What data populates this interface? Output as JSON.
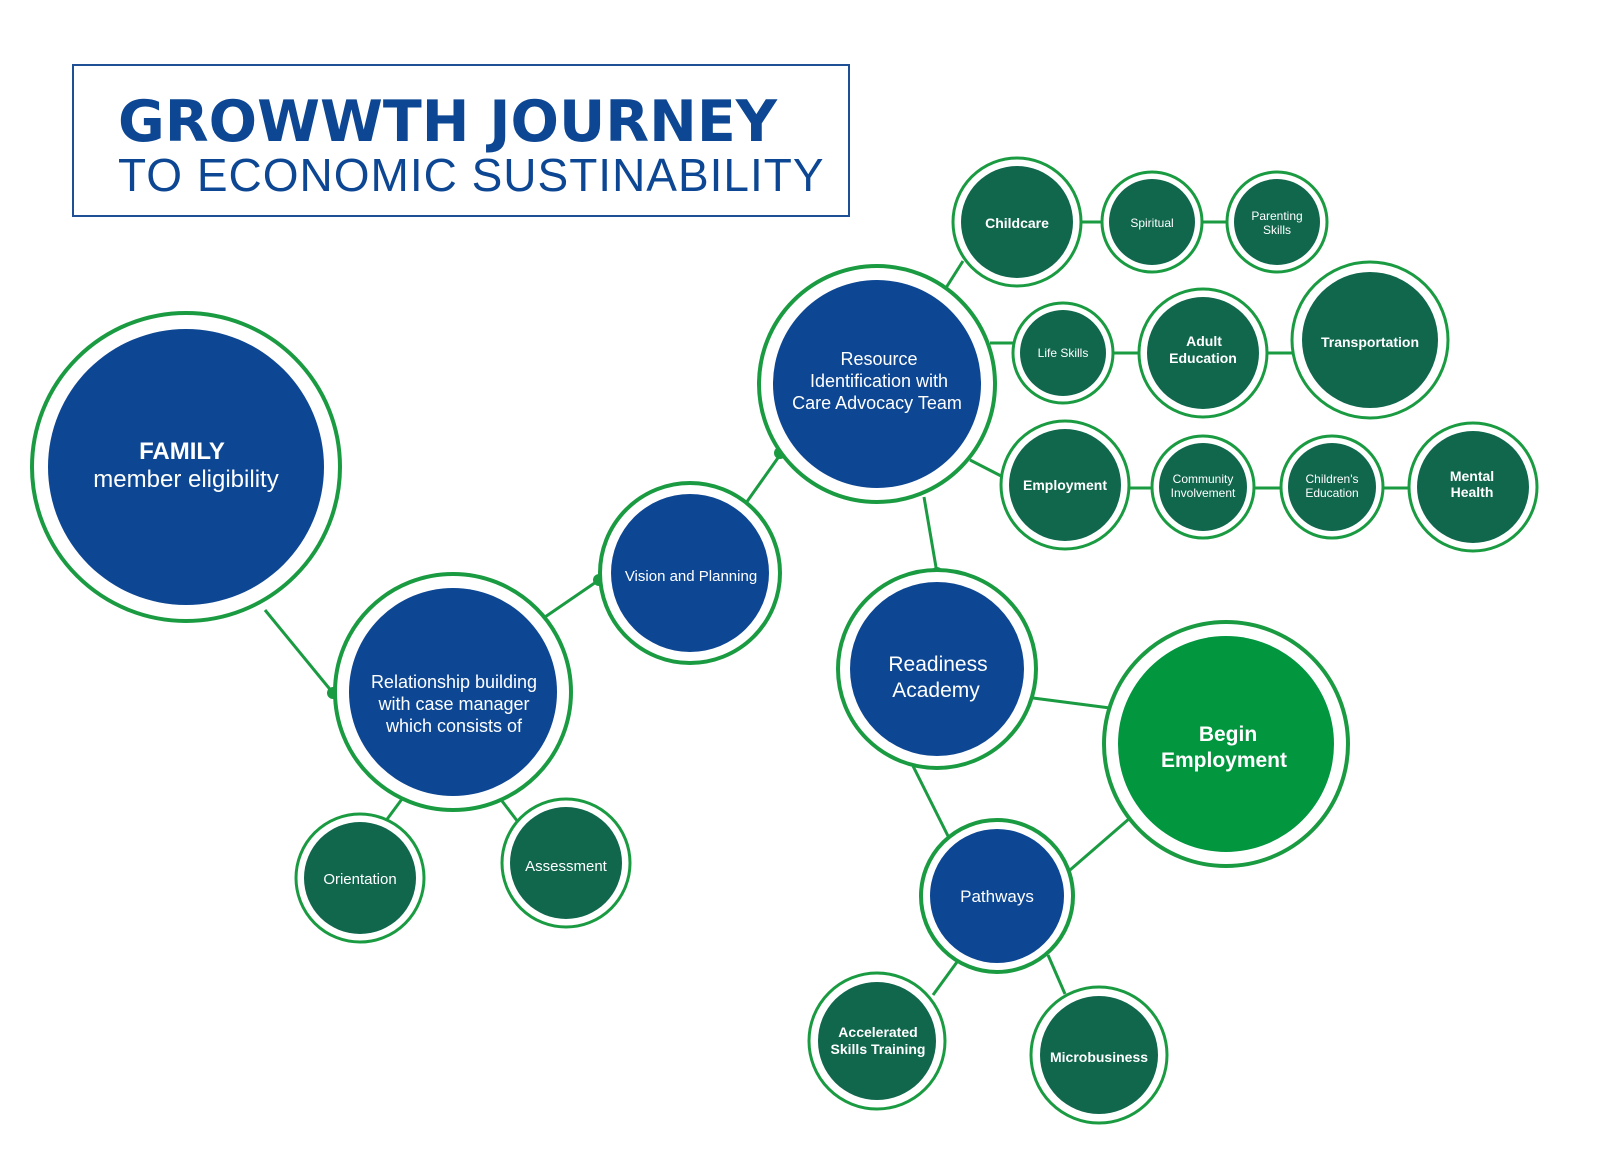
{
  "title": {
    "line1": "GROWWTH JOURNEY",
    "line2": "TO ECONOMIC SUSTINABILITY"
  },
  "colors": {
    "navy": "#0d4793",
    "dark_green": "#10674c",
    "bright_green": "#02963f",
    "ring_green": "#1a9b42",
    "title_blue": "#0d4793"
  },
  "nodes": {
    "family": {
      "bold": "FAMILY",
      "text": "member eligibility"
    },
    "relationship": {
      "lines": [
        "Relationship building",
        "with case manager",
        "which consists of"
      ]
    },
    "orientation": {
      "text": "Orientation"
    },
    "assessment": {
      "text": "Assessment"
    },
    "vision": {
      "text": "Vision and Planning"
    },
    "resource": {
      "lines": [
        "Resource",
        "Identification with",
        "Care Advocacy Team"
      ]
    },
    "childcare": {
      "text": "Childcare"
    },
    "spiritual": {
      "text": "Spiritual"
    },
    "parenting": {
      "lines": [
        "Parenting",
        "Skills"
      ]
    },
    "life_skills": {
      "text": "Life Skills"
    },
    "adult_education": {
      "lines": [
        "Adult",
        "Education"
      ]
    },
    "transportation": {
      "text": "Transportation"
    },
    "employment": {
      "text": "Employment"
    },
    "community": {
      "lines": [
        "Community",
        "Involvement"
      ]
    },
    "childrens_education": {
      "lines": [
        "Children's",
        "Education"
      ]
    },
    "mental_health": {
      "lines": [
        "Mental",
        "Health"
      ]
    },
    "readiness": {
      "lines": [
        "Readiness",
        "Academy"
      ]
    },
    "begin_employment": {
      "lines": [
        "Begin",
        "Employment"
      ]
    },
    "pathways": {
      "text": "Pathways"
    },
    "accelerated": {
      "lines": [
        "Accelerated",
        "Skills Training"
      ]
    },
    "microbusiness": {
      "text": "Microbusiness"
    }
  }
}
